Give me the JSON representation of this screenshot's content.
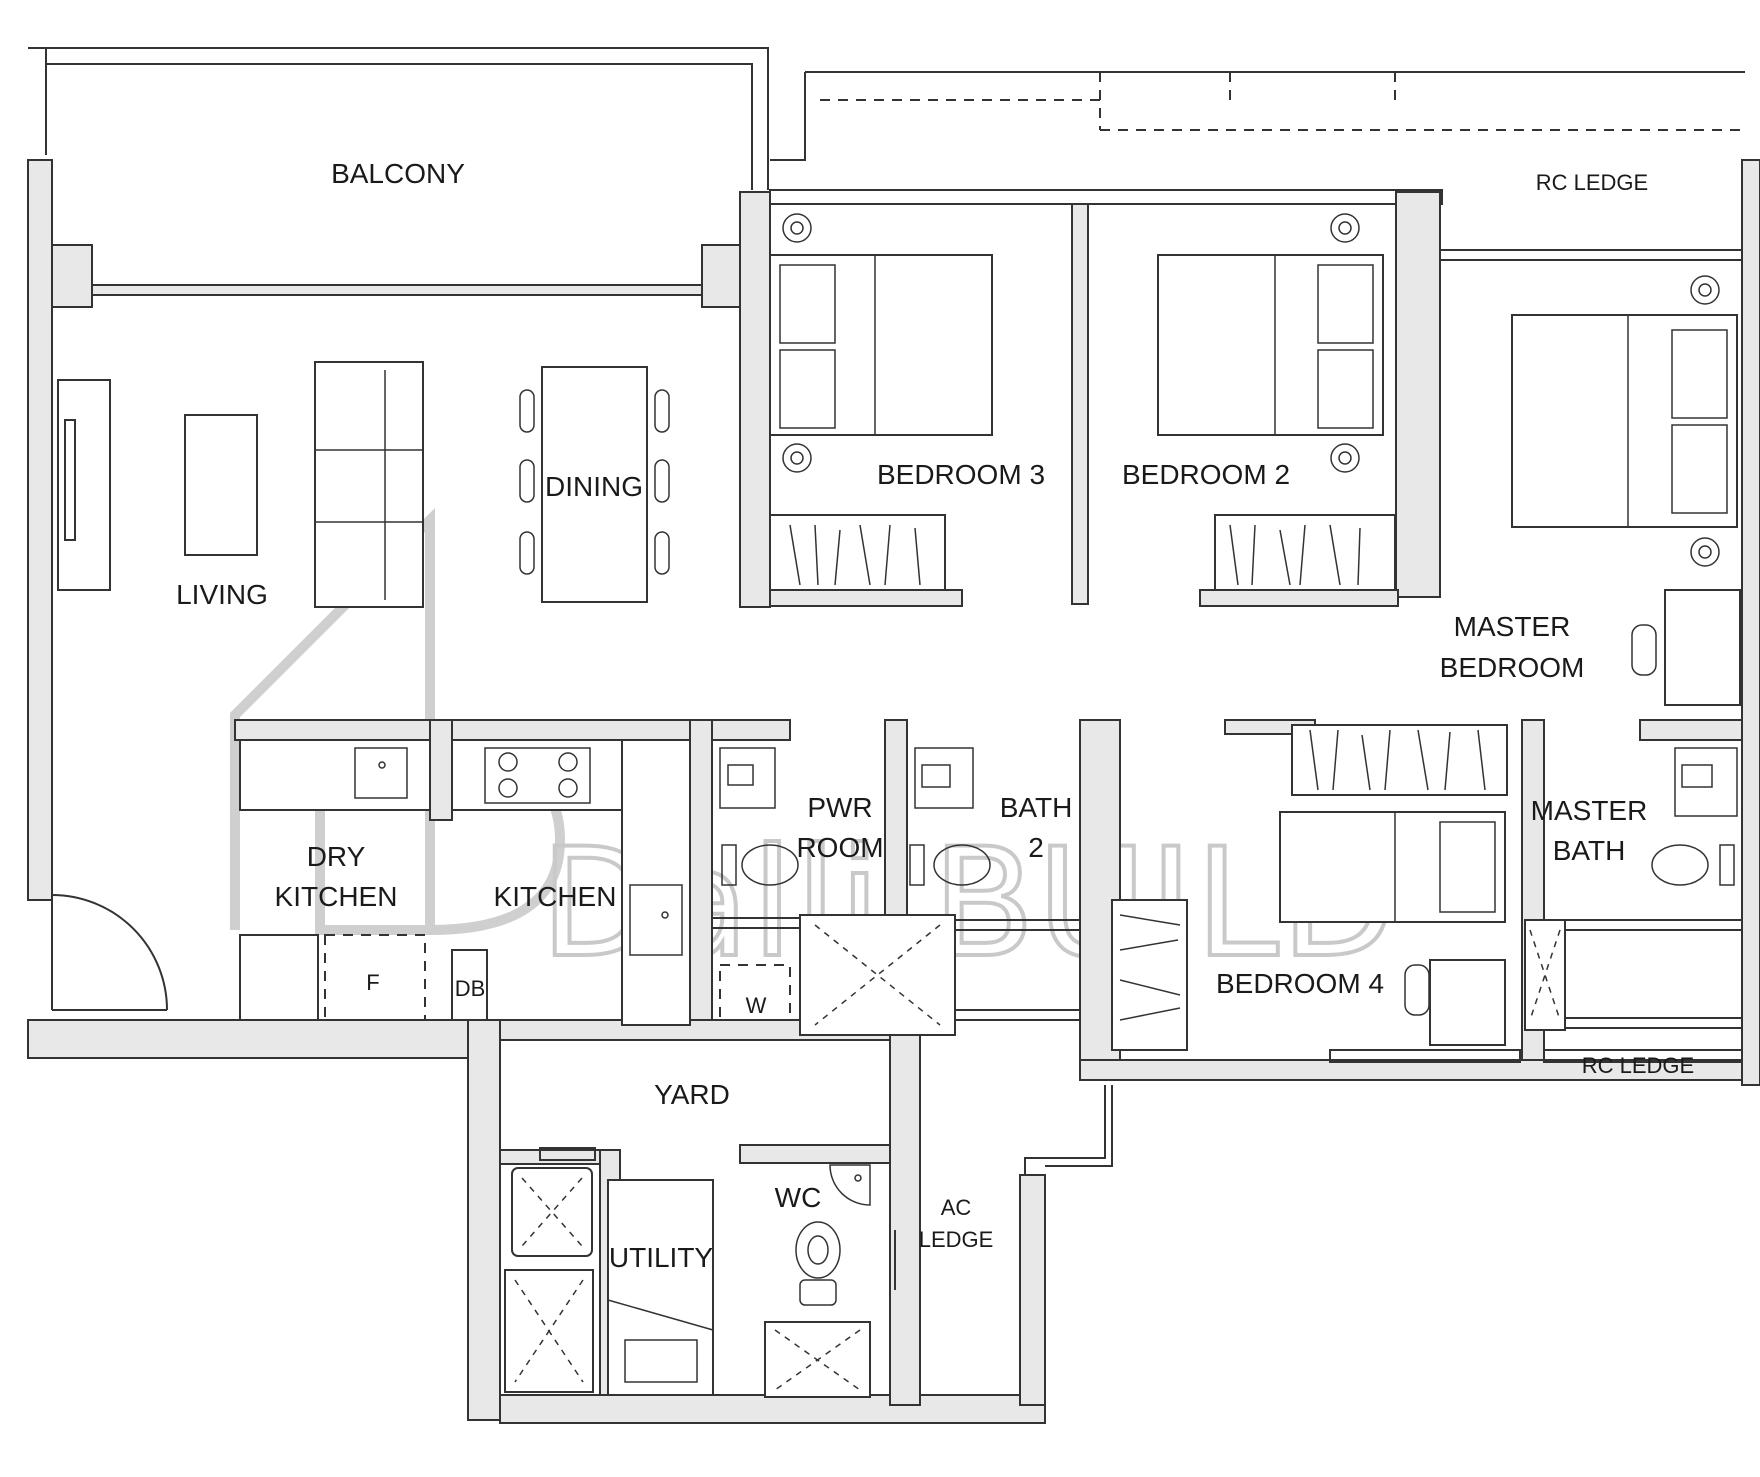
{
  "rooms": {
    "balcony": "BALCONY",
    "rc_ledge_top": "RC LEDGE",
    "bedroom3": "BEDROOM 3",
    "bedroom2": "BEDROOM 2",
    "dining": "DINING",
    "living": "LIVING",
    "master_bedroom_line1": "MASTER",
    "master_bedroom_line2": "BEDROOM",
    "dry_kitchen_line1": "DRY",
    "dry_kitchen_line2": "KITCHEN",
    "kitchen": "KITCHEN",
    "pwr_room_line1": "PWR",
    "pwr_room_line2": "ROOM",
    "bath2_line1": "BATH",
    "bath2_line2": "2",
    "master_bath_line1": "MASTER",
    "master_bath_line2": "BATH",
    "bedroom4": "BEDROOM 4",
    "rc_ledge_bottom": "RC LEDGE",
    "fridge": "F",
    "db": "DB",
    "washer": "W",
    "yard": "YARD",
    "utility": "UTILITY",
    "wc": "WC",
    "ac_ledge_line1": "AC",
    "ac_ledge_line2": "LEDGE"
  },
  "watermark": {
    "text": "Dalli.BUILD"
  }
}
